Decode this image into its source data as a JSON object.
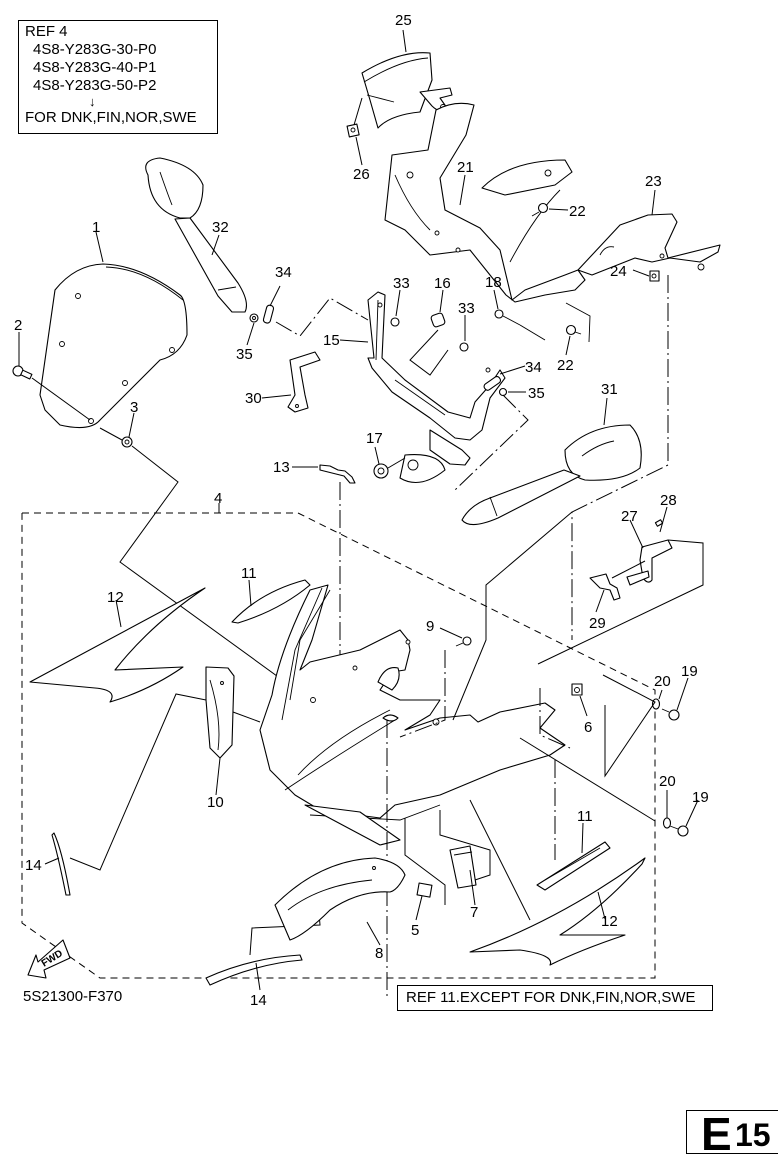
{
  "diagram": {
    "title": "Cowling / Windshield exploded parts diagram",
    "drawing_number": "5S21300-F370",
    "page_tag": {
      "letter": "E",
      "number": "15"
    },
    "fwd_indicator": "FWD",
    "ref_notes": {
      "ref4": {
        "heading": "REF 4",
        "part_numbers": [
          "4S8-Y283G-30-P0",
          "4S8-Y283G-40-P1",
          "4S8-Y283G-50-P2"
        ],
        "arrow": "↓",
        "applies_to": "FOR DNK,FIN,NOR,SWE"
      },
      "ref11": "REF 11.EXCEPT FOR DNK,FIN,NOR,SWE"
    },
    "callouts": [
      {
        "id": "1",
        "part": "windshield"
      },
      {
        "id": "2",
        "part": "windshield-screw"
      },
      {
        "id": "3",
        "part": "windshield-nut"
      },
      {
        "id": "4",
        "part": "upper-cowling-assy"
      },
      {
        "id": "5",
        "part": "clip"
      },
      {
        "id": "6",
        "part": "nut"
      },
      {
        "id": "7",
        "part": "damper"
      },
      {
        "id": "8",
        "part": "side-cover"
      },
      {
        "id": "9",
        "part": "screw"
      },
      {
        "id": "10",
        "part": "side-panel"
      },
      {
        "id": "11",
        "part": "graphic-upper"
      },
      {
        "id": "11",
        "part": "graphic-lower"
      },
      {
        "id": "12",
        "part": "graphic-left"
      },
      {
        "id": "12",
        "part": "graphic-right"
      },
      {
        "id": "13",
        "part": "molding"
      },
      {
        "id": "14",
        "part": "molding-edge"
      },
      {
        "id": "14",
        "part": "molding-bottom"
      },
      {
        "id": "15",
        "part": "cowling-stay"
      },
      {
        "id": "16",
        "part": "grommet"
      },
      {
        "id": "17",
        "part": "damper-stay"
      },
      {
        "id": "18",
        "part": "bolt"
      },
      {
        "id": "19",
        "part": "bolt-upper"
      },
      {
        "id": "19",
        "part": "bolt-lower"
      },
      {
        "id": "20",
        "part": "washer-upper"
      },
      {
        "id": "20",
        "part": "washer-lower"
      },
      {
        "id": "21",
        "part": "inner-panel"
      },
      {
        "id": "22",
        "part": "screw-upper"
      },
      {
        "id": "22",
        "part": "screw-lower"
      },
      {
        "id": "23",
        "part": "inner-panel-side"
      },
      {
        "id": "24",
        "part": "nut-clip"
      },
      {
        "id": "25",
        "part": "meter-cover"
      },
      {
        "id": "26",
        "part": "nut-clip-meter"
      },
      {
        "id": "27",
        "part": "stay"
      },
      {
        "id": "28",
        "part": "damper-small"
      },
      {
        "id": "29",
        "part": "stay-2"
      },
      {
        "id": "30",
        "part": "stay-3"
      },
      {
        "id": "31",
        "part": "rear-view-mirror-right"
      },
      {
        "id": "32",
        "part": "rear-view-mirror-left"
      },
      {
        "id": "33",
        "part": "nut-left"
      },
      {
        "id": "33",
        "part": "nut-right"
      },
      {
        "id": "34",
        "part": "collar-left"
      },
      {
        "id": "34",
        "part": "collar-right"
      },
      {
        "id": "35",
        "part": "nut-mirror-left"
      },
      {
        "id": "35",
        "part": "nut-mirror-right"
      }
    ]
  }
}
